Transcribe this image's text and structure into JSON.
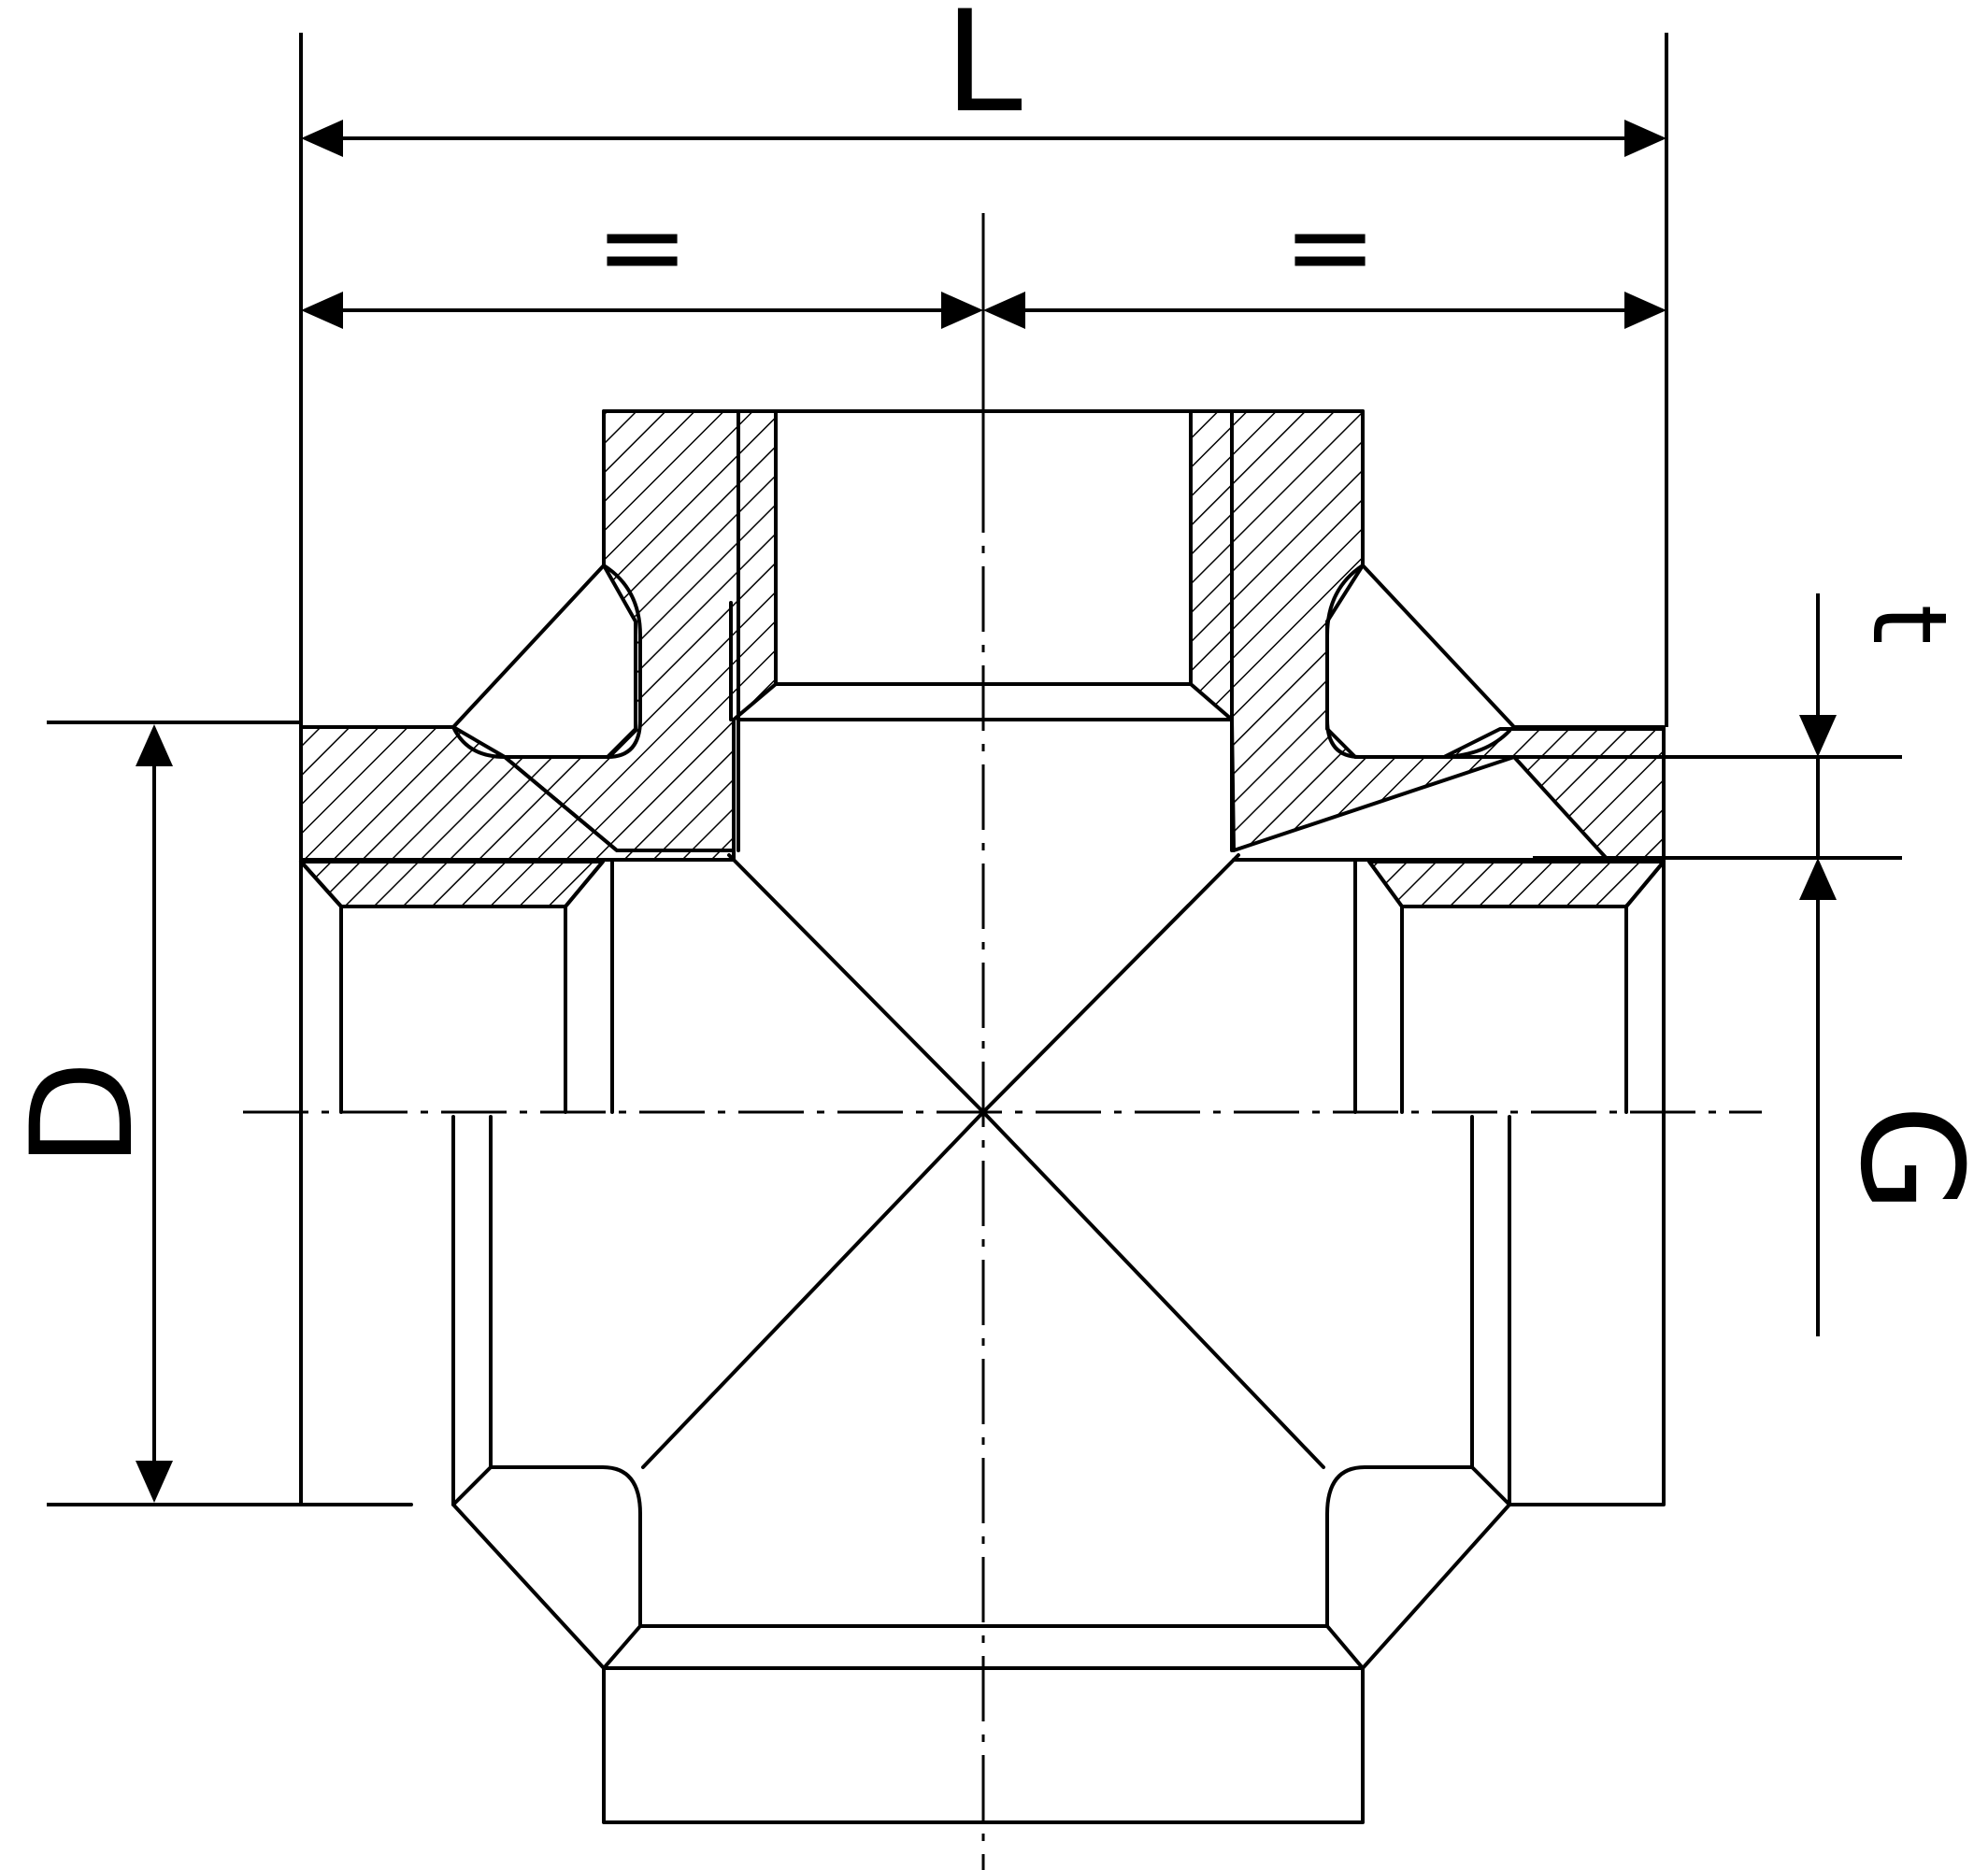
{
  "labels": {
    "overall_length": "L",
    "half_left": "=",
    "half_right": "=",
    "outer_diameter": "D",
    "wall_thickness": "t",
    "thread": "G"
  },
  "colors": {
    "line": "#000000",
    "background": "#ffffff"
  }
}
